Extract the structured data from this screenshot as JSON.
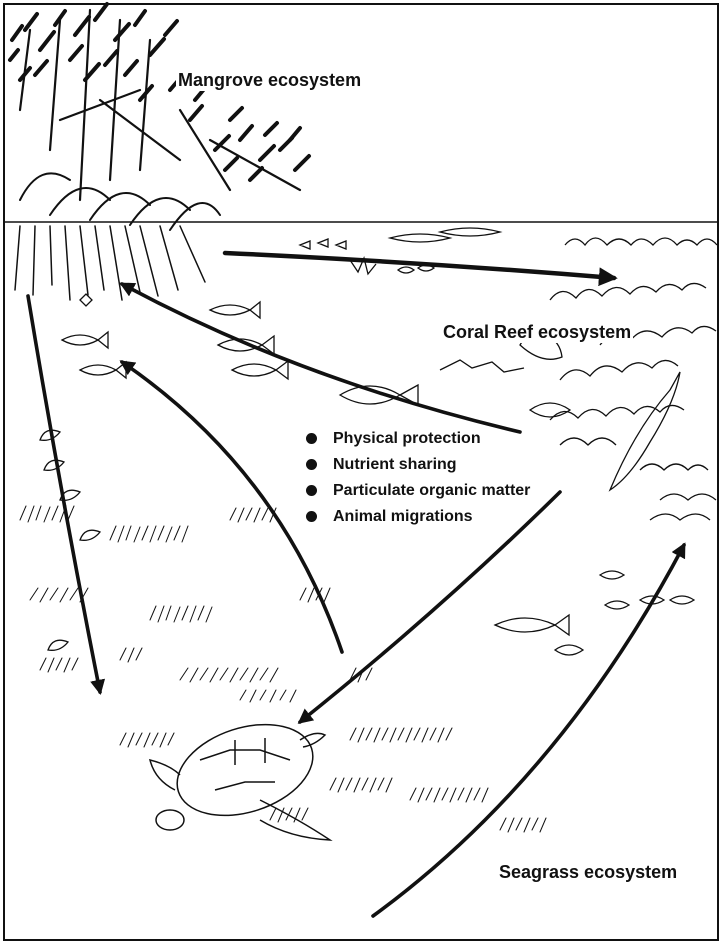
{
  "ecosystems": {
    "mangrove": "Mangrove ecosystem",
    "coral_reef": "Coral Reef ecosystem",
    "seagrass": "Seagrass ecosystem"
  },
  "linkages": [
    "Physical protection",
    "Nutrient sharing",
    "Particulate organic matter",
    "Animal migrations"
  ],
  "colors": {
    "ink": "#111111",
    "background": "#ffffff"
  }
}
